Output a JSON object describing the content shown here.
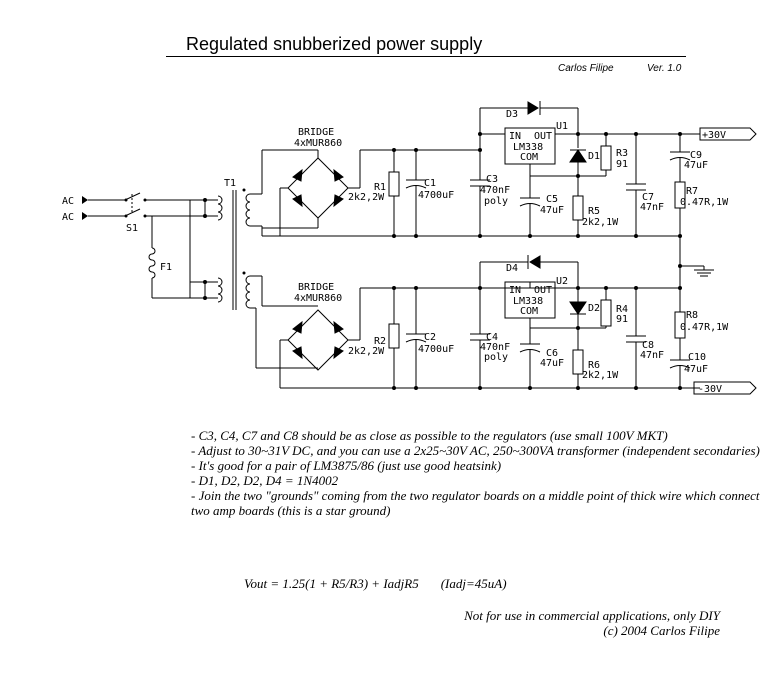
{
  "title": "Regulated snubberized power supply",
  "author": "Carlos Filipe",
  "version": "Ver. 1.0",
  "labels": {
    "ac1": "AC",
    "ac2": "AC",
    "s1": "S1",
    "f1": "F1",
    "t1": "T1",
    "bridge_top": "BRIDGE",
    "bridge_top_part": "4xMUR860",
    "bridge_bot": "BRIDGE",
    "bridge_bot_part": "4xMUR860",
    "r1": "R1",
    "r1_val": "2k2,2W",
    "c1": "C1",
    "c1_val": "4700uF",
    "r2": "R2",
    "r2_val": "2k2,2W",
    "c2": "C2",
    "c2_val": "4700uF",
    "c3": "C3",
    "c3_val": "470nF",
    "c3_type": "poly",
    "c4": "C4",
    "c4_val": "470nF",
    "c4_type": "poly",
    "c5": "C5",
    "c5_val": "47uF",
    "c6": "C6",
    "c6_val": "47uF",
    "d3": "D3",
    "d4": "D4",
    "u1": "U1",
    "u2": "U2",
    "u_in": "IN",
    "u_out": "OUT",
    "u1_part": "LM338",
    "u2_part": "LM338",
    "u_com": "COM",
    "d1": "D1",
    "d2": "D2",
    "r3": "R3",
    "r3_val": "91",
    "r4": "R4",
    "r4_val": "91",
    "r5": "R5",
    "r5_val": "2k2,1W",
    "r6": "R6",
    "r6_val": "2k2,1W",
    "c7": "C7",
    "c7_val": "47nF",
    "c8": "C8",
    "c8_val": "47nF",
    "c9": "C9",
    "c9_val": "47uF",
    "c10": "C10",
    "c10_val": "47uF",
    "r7": "R7",
    "r7_val": "0.47R,1W",
    "r8": "R8",
    "r8_val": "0.47R,1W",
    "plus30": "+30V",
    "minus30": "-30V"
  },
  "notes": [
    "- C3, C4, C7 and C8 should be as close as possible to the regulators (use small 100V MKT)",
    "- Adjust to 30~31V DC, and you can use a 2x25~30V AC, 250~300VA transformer (independent secondaries)",
    "- It's good for a pair of LM3875/86  (just use good heatsink)",
    "- D1, D2, D2, D4 = 1N4002",
    "- Join the two \"grounds\" coming from the two regulator boards on a middle point of thick wire which connect two amp boards (this is a star ground)"
  ],
  "formula": "Vout = 1.25(1 + R5/R3) + IadjR5",
  "formula_note": "(Iadj=45uA)",
  "disclaimer": "Not for use in commercial applications, only DIY",
  "copyright": "(c) 2004 Carlos Filipe"
}
